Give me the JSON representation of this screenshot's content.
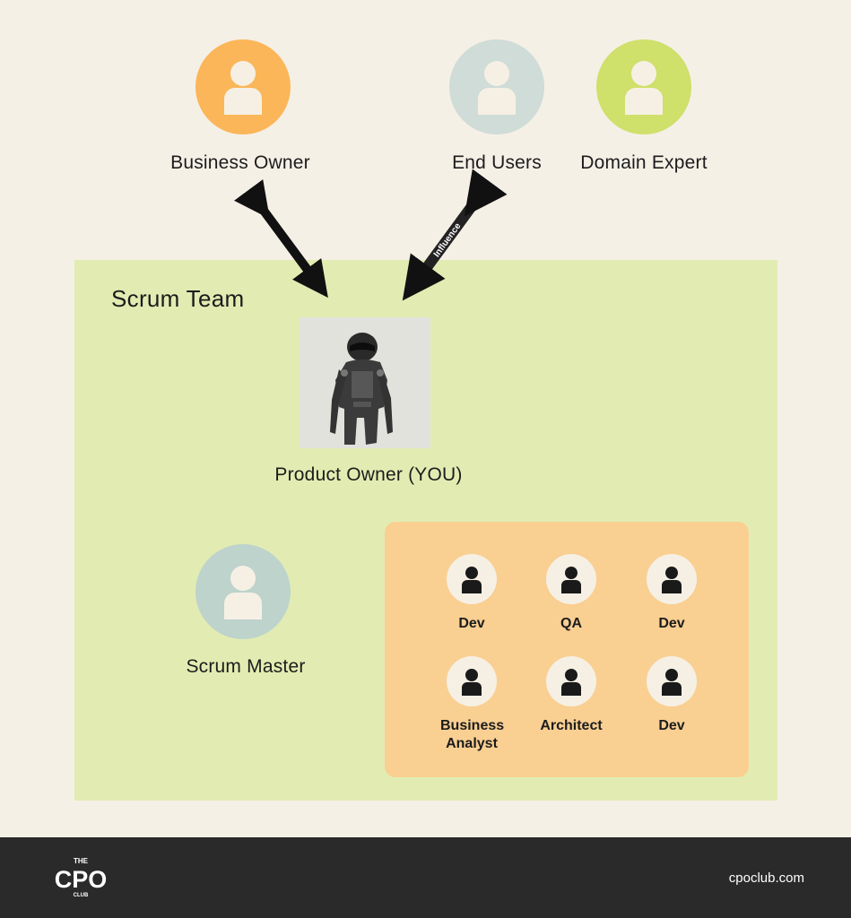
{
  "stakeholders": [
    {
      "label": "Business Owner",
      "color": "#fbb659",
      "icon": "person-icon"
    },
    {
      "label": "End Users",
      "color": "#cfdcd7",
      "icon": "person-icon"
    },
    {
      "label": "Domain Expert",
      "color": "#cfe06b",
      "icon": "person-icon"
    }
  ],
  "arrows": {
    "influence_label": "Influence"
  },
  "scrum_team": {
    "title": "Scrum Team",
    "box_color": "#e2ecb2",
    "product_owner": {
      "label": "Product Owner (YOU)"
    },
    "scrum_master": {
      "label": "Scrum Master",
      "color": "#bdd3cc"
    },
    "dev_team": {
      "box_color": "#f9cf92",
      "members": [
        {
          "label": "Dev"
        },
        {
          "label": "QA"
        },
        {
          "label": "Dev"
        },
        {
          "label": "Business Analyst"
        },
        {
          "label": "Architect"
        },
        {
          "label": "Dev"
        }
      ]
    }
  },
  "footer": {
    "logo": {
      "line1": "THE",
      "line2": "CPO",
      "line3": "CLUB"
    },
    "website": "cpoclub.com"
  }
}
